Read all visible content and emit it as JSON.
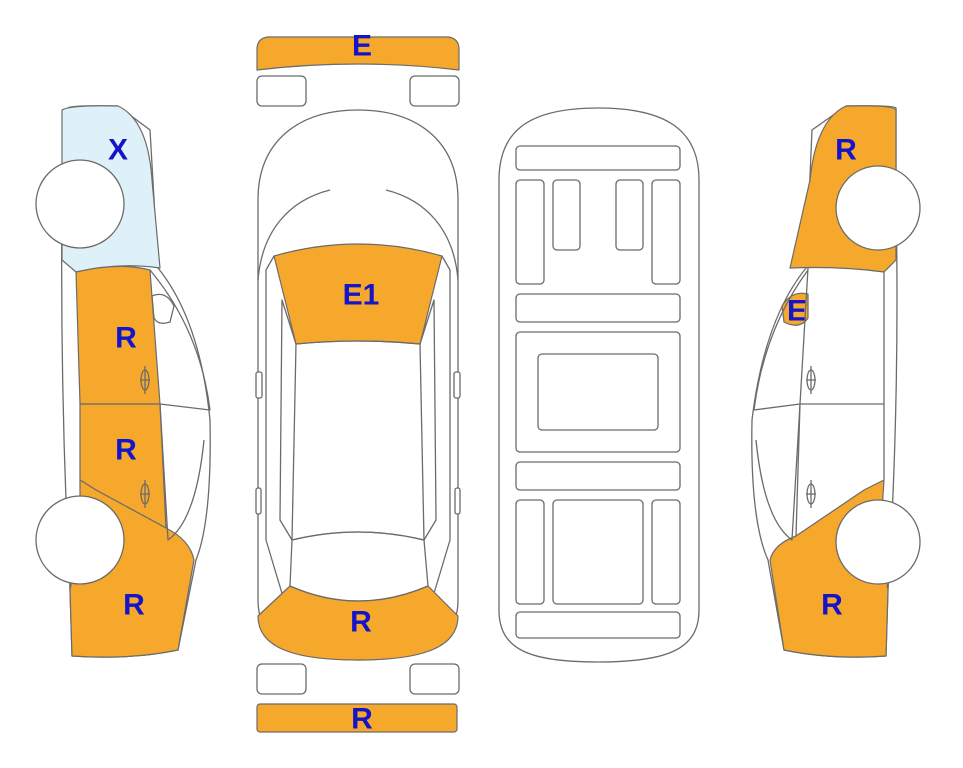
{
  "colors": {
    "E": "#f5a82c",
    "E1": "#f5a82c",
    "R": "#f5a82c",
    "X": "#dff1f8",
    "label": "#1414c8",
    "outline": "#6b6b6b"
  },
  "labels": {
    "front_bumper": "E",
    "windshield": "E1",
    "trunk": "R",
    "rear_bumper": "R",
    "left_front_fender": "X",
    "left_front_door": "R",
    "left_rear_door": "R",
    "left_rear_quarter": "R",
    "right_front_fender": "R",
    "right_mirror": "E",
    "right_rear_quarter": "R"
  },
  "legend_codes": [
    "E",
    "E1",
    "R",
    "X"
  ]
}
